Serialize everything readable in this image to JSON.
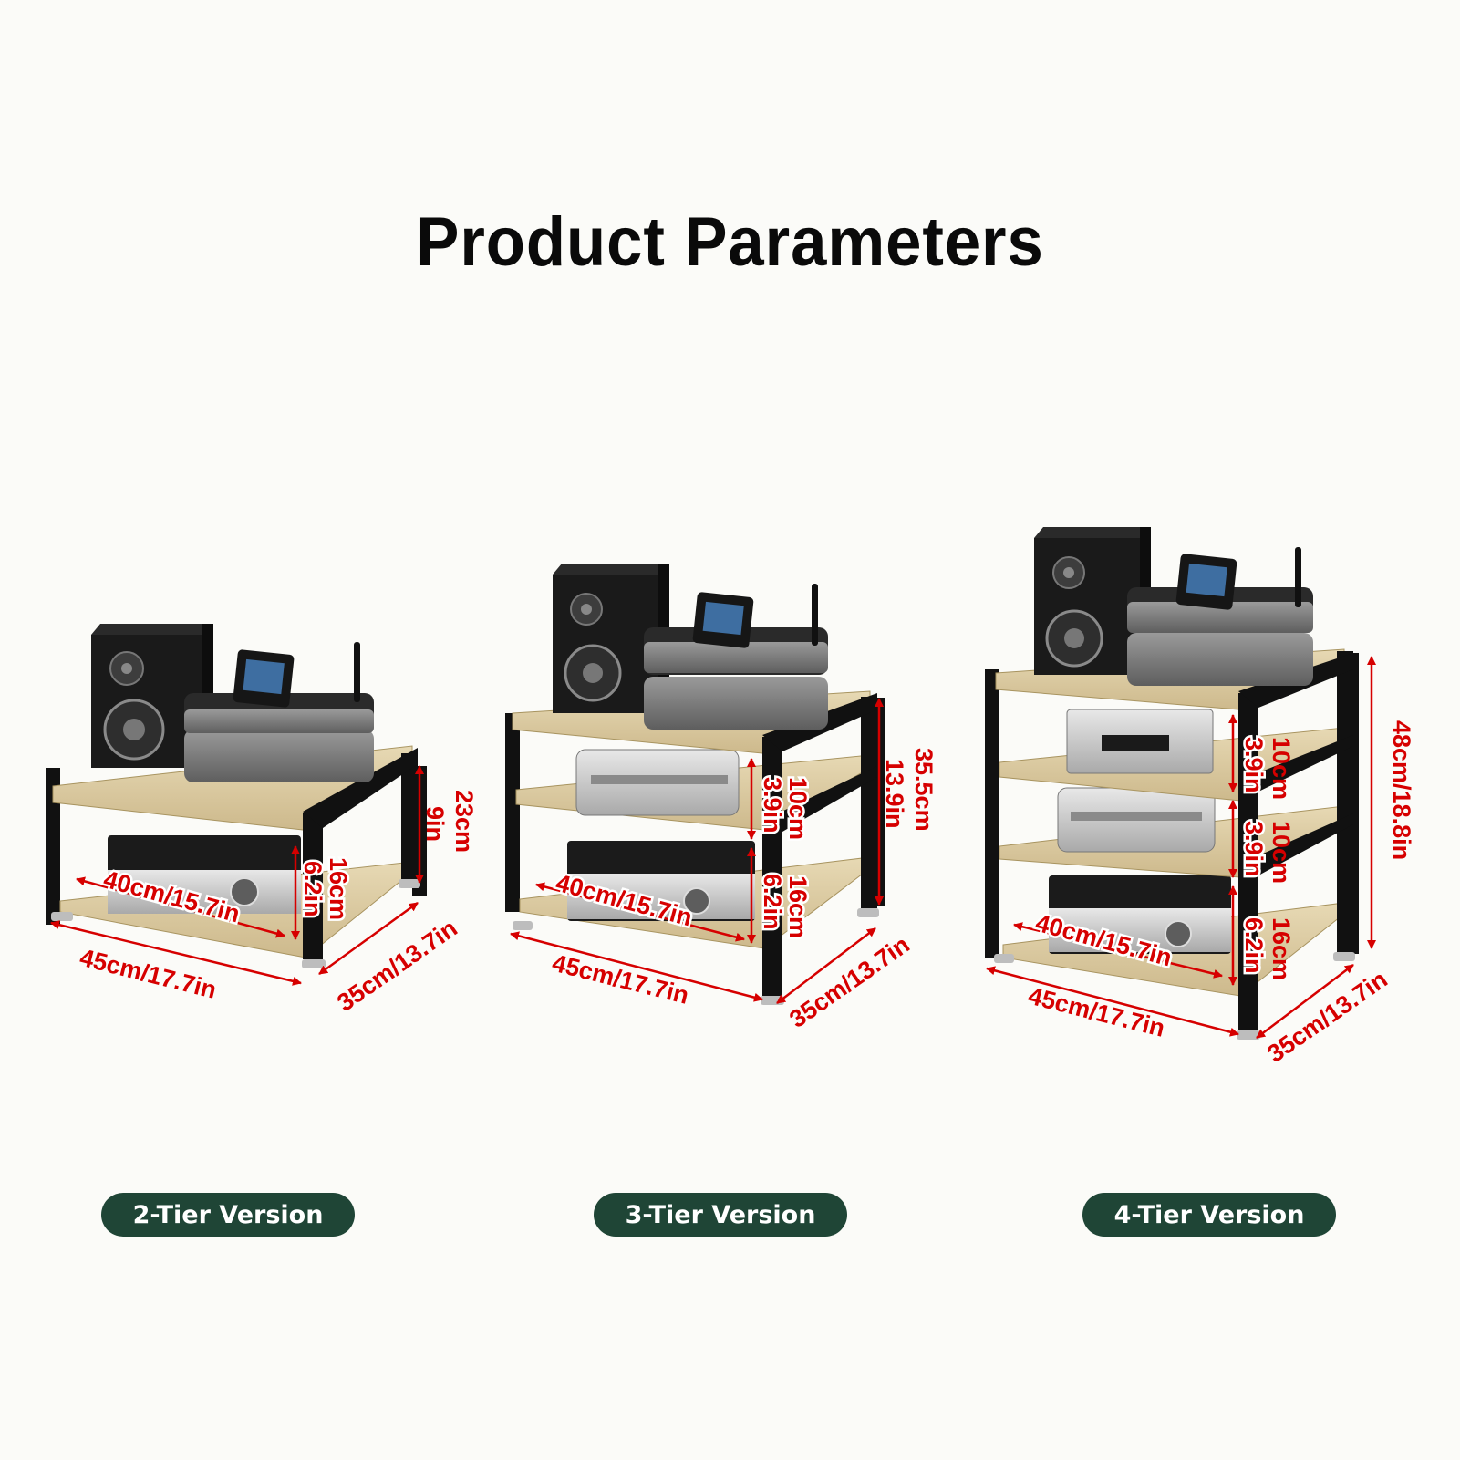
{
  "title": "Product Parameters",
  "colors": {
    "frame": "#111111",
    "shelf": "#d9c9a2",
    "dimension": "#d60000",
    "badge": "#1f4536",
    "badge_text": "#ffffff"
  },
  "racks": [
    {
      "label": "2-Tier Version",
      "dims": {
        "inner_width": "40cm/15.7in",
        "width": "45cm/17.7in",
        "depth": "35cm/13.7in",
        "total_height_cm": "23cm",
        "total_height_in": "9in",
        "gap1_cm": "16cm",
        "gap1_in": "6.2in"
      }
    },
    {
      "label": "3-Tier Version",
      "dims": {
        "inner_width": "40cm/15.7in",
        "width": "45cm/17.7in",
        "depth": "35cm/13.7in",
        "total_height_cm": "35.5cm",
        "total_height_in": "13.9in",
        "gap1_cm": "16cm",
        "gap1_in": "6.2in",
        "gap2_cm": "10cm",
        "gap2_in": "3.9in"
      }
    },
    {
      "label": "4-Tier Version",
      "dims": {
        "inner_width": "40cm/15.7in",
        "width": "45cm/17.7in",
        "depth": "35cm/13.7in",
        "total_height": "48cm/18.8in",
        "gap1_cm": "16cm",
        "gap1_in": "6.2in",
        "gap2_cm": "10cm",
        "gap2_in": "3.9in",
        "gap3_cm": "10cm",
        "gap3_in": "3.9in"
      }
    }
  ]
}
